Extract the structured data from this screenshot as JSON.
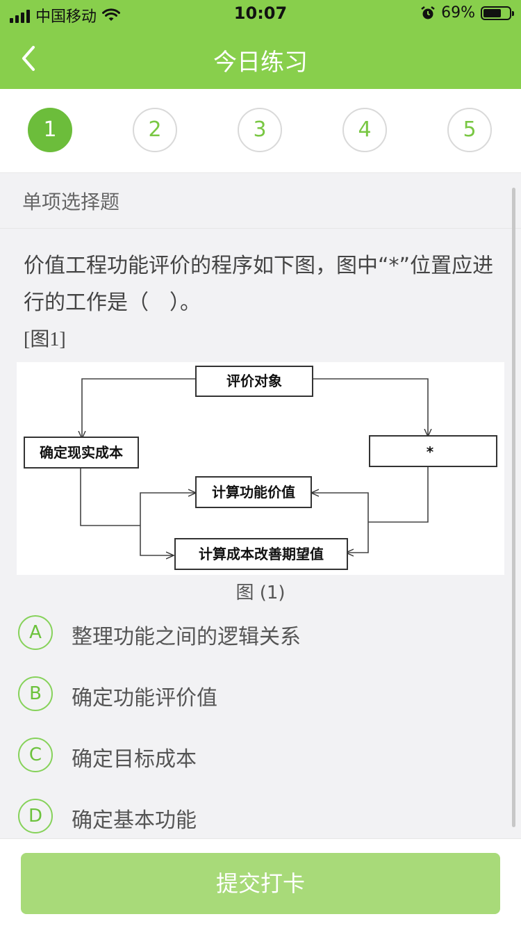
{
  "status_bar": {
    "carrier": "中国移动",
    "time": "10:07",
    "battery_percent": "69%",
    "battery_level": 0.69
  },
  "header": {
    "title": "今日练习",
    "back_icon": "chevron-left-icon"
  },
  "steps": [
    {
      "label": "1",
      "active": true
    },
    {
      "label": "2",
      "active": false
    },
    {
      "label": "3",
      "active": false
    },
    {
      "label": "4",
      "active": false
    },
    {
      "label": "5",
      "active": false
    }
  ],
  "question_type": "单项选择题",
  "question": {
    "text": "价值工程功能评价的程序如下图，图中“*”位置应进行的工作是（　）。",
    "figure_ref": "[图1]",
    "figure_caption": "图 (1)",
    "figure": {
      "nodes": {
        "top": "评价对象",
        "left": "确定现实成本",
        "right": "*",
        "middle": "计算功能价值",
        "bottom": "计算成本改善期望值"
      }
    }
  },
  "options": [
    {
      "letter": "A",
      "text": "整理功能之间的逻辑关系"
    },
    {
      "letter": "B",
      "text": "确定功能评价值"
    },
    {
      "letter": "C",
      "text": "确定目标成本"
    },
    {
      "letter": "D",
      "text": "确定基本功能"
    }
  ],
  "submit_label": "提交打卡",
  "colors": {
    "primary": "#88cf4c",
    "active_step": "#6cbd3b",
    "submit_disabled": "#a8da79"
  }
}
